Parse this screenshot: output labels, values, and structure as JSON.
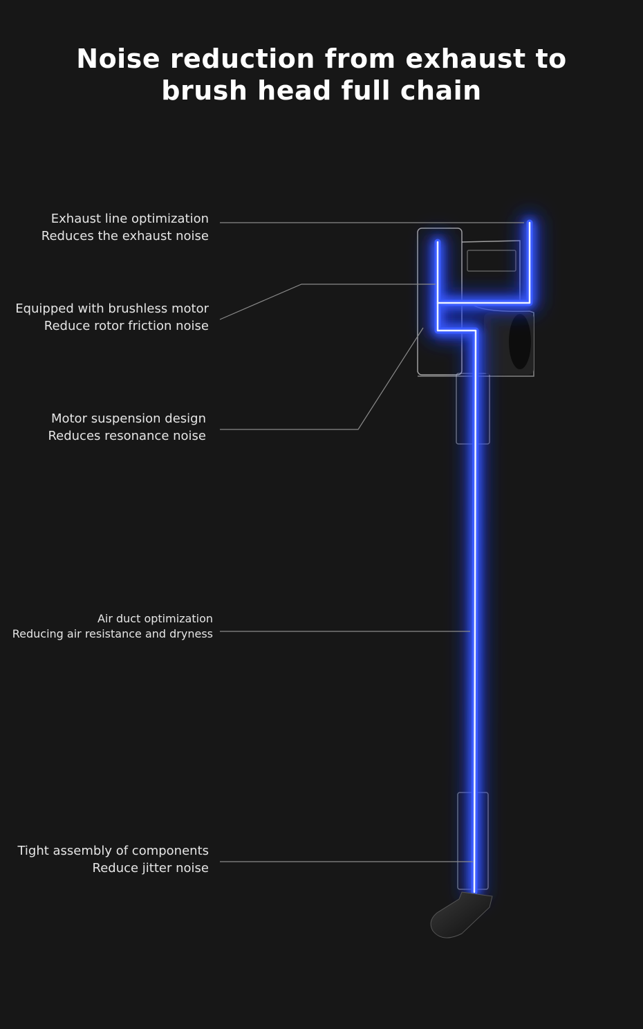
{
  "headline": {
    "line1": "Noise reduction from exhaust to",
    "line2": "brush head full chain"
  },
  "callouts": [
    {
      "title": "Exhaust line optimization",
      "subtitle": "Reduces the exhaust noise"
    },
    {
      "title": "Equipped with brushless motor",
      "subtitle": "Reduce rotor friction noise"
    },
    {
      "title": "Motor suspension design",
      "subtitle": "Reduces resonance noise"
    },
    {
      "title": "Air duct optimization",
      "subtitle": "Reducing air resistance and dryness"
    },
    {
      "title": "Tight assembly of components",
      "subtitle": "Reduce jitter noise"
    }
  ],
  "colors": {
    "background": "#171717",
    "glow": "#2a4dff",
    "glow_core": "#e8f0ff",
    "leader_line": "#8a8a8a",
    "outline": "#cfcfcf"
  },
  "icons": {
    "product": "stick-vacuum-illustration"
  }
}
